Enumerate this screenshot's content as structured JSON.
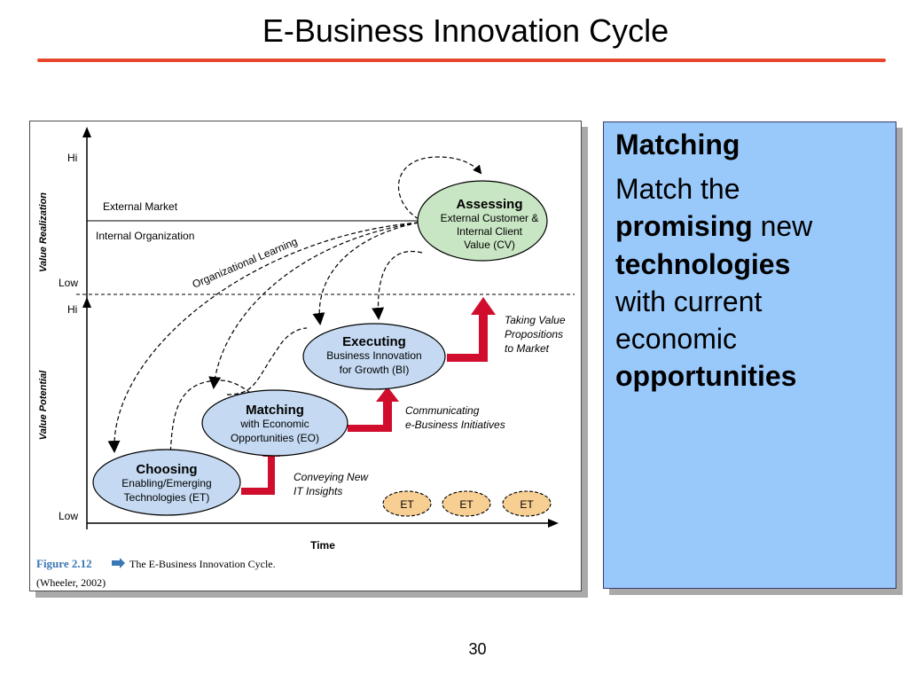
{
  "slide": {
    "title": "E-Business Innovation Cycle",
    "page_number": "30",
    "accent_color": "#e8462b"
  },
  "figure": {
    "y_axis_top": "Value Realization",
    "y_axis_bottom": "Value Potential",
    "x_axis": "Time",
    "hi_top": "Hi",
    "low_top": "Low",
    "hi_bottom": "Hi",
    "low_bottom": "Low",
    "external_market": "External Market",
    "internal_organization": "Internal Organization",
    "organizational_learning": "Organizational Learning",
    "nodes": {
      "assessing": {
        "title": "Assessing",
        "line1": "External Customer &",
        "line2": "Internal Client",
        "line3": "Value (CV)"
      },
      "executing": {
        "title": "Executing",
        "line1": "Business Innovation",
        "line2": "for Growth (BI)"
      },
      "matching": {
        "title": "Matching",
        "line1": "with Economic",
        "line2": "Opportunities (EO)"
      },
      "choosing": {
        "title": "Choosing",
        "line1": "Enabling/Emerging",
        "line2": "Technologies (ET)"
      }
    },
    "annotations": {
      "taking_1": "Taking Value",
      "taking_2": "Propositions",
      "taking_3": "to Market",
      "communicating_1": "Communicating",
      "communicating_2": "e-Business Initiatives",
      "conveying_1": "Conveying New",
      "conveying_2": "IT Insights"
    },
    "et_labels": [
      "ET",
      "ET",
      "ET"
    ],
    "caption_label": "Figure 2.12",
    "caption_text": "The E-Business Innovation Cycle.",
    "citation": "(Wheeler, 2002)",
    "colors": {
      "assessing_fill": "#c9e6c4",
      "node_fill": "#c5daf2",
      "et_fill": "#f8cf92",
      "arrow_red": "#d00d2d",
      "caption_blue": "#3a77b5"
    }
  },
  "panel": {
    "heading": "Matching",
    "line1": "Match the",
    "line2_bold": "promising",
    "line2_rest": " new",
    "line3_bold": "technologies",
    "line4": "with current",
    "line5": "economic",
    "line6_bold": "opportunities",
    "background_color": "#99c9fb"
  }
}
